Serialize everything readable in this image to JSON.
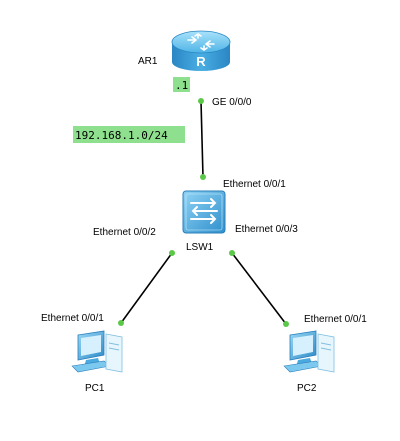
{
  "colors": {
    "link": "#000000",
    "port_dot": "#5cc84a",
    "label_bg": "#8ee08e",
    "router_top": "#6fc8ef",
    "router_body": "#2f93cf",
    "switch_body": "#4aa9de",
    "pc_body": "#3aa0d8"
  },
  "devices": {
    "router": {
      "name": "AR1",
      "icon": "router-icon",
      "badge": "R"
    },
    "switch": {
      "name": "LSW1",
      "icon": "switch-icon"
    },
    "pc1": {
      "name": "PC1",
      "icon": "pc-icon"
    },
    "pc2": {
      "name": "PC2",
      "icon": "pc-icon"
    }
  },
  "ports": {
    "router_ge": "GE 0/0/0",
    "sw_e1": "Ethernet 0/0/1",
    "sw_e2": "Ethernet 0/0/2",
    "sw_e3": "Ethernet 0/0/3",
    "pc1_e1": "Ethernet 0/0/1",
    "pc2_e1": "Ethernet 0/0/1"
  },
  "annotations": {
    "router_ip": ".1",
    "subnet": "192.168.1.0/24"
  }
}
